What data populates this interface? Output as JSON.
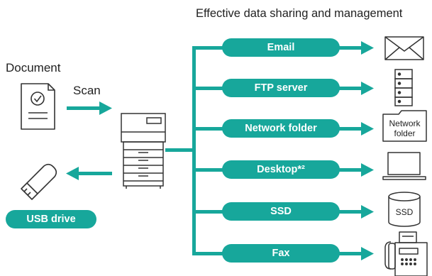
{
  "header": {
    "title": "Effective data sharing and management"
  },
  "source": {
    "document_label": "Document",
    "scan_label": "Scan"
  },
  "usb": {
    "label": "USB drive"
  },
  "destinations": [
    {
      "label": "Email",
      "icon": "envelope-icon"
    },
    {
      "label": "FTP server",
      "icon": "server-icon"
    },
    {
      "label": "Network folder",
      "icon": "folder-icon",
      "icon_text_line1": "Network",
      "icon_text_line2": "folder"
    },
    {
      "label": "Desktop*²",
      "icon": "laptop-icon"
    },
    {
      "label": "SSD",
      "icon": "ssd-icon",
      "icon_text": "SSD"
    },
    {
      "label": "Fax",
      "icon": "fax-icon"
    }
  ],
  "colors": {
    "accent": "#17a79b",
    "line": "#333333"
  }
}
